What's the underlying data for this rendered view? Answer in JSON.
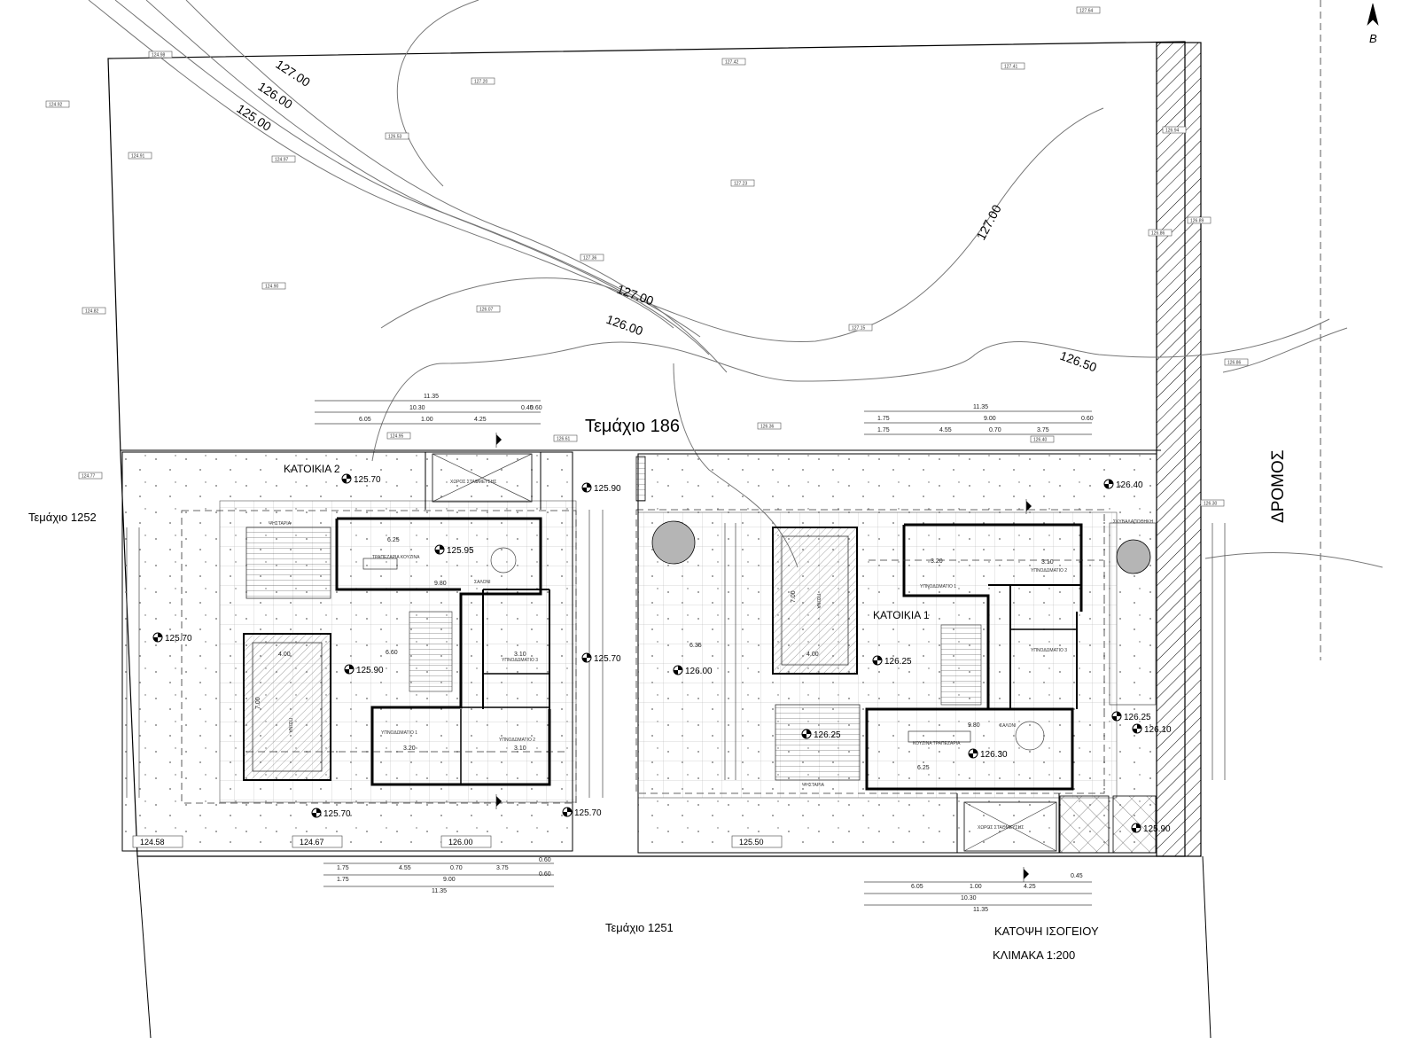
{
  "drawing": {
    "title": "ΚΑΤΟΨΗ ΙΣΟΓΕΙΟΥ",
    "scale": "ΚΛΙΜΑΚΑ 1:200",
    "north_label": "B"
  },
  "parcels": {
    "north": "Τεμάχιο 186",
    "west": "Τεμάχιο 1252",
    "south": "Τεμάχιο 1251",
    "road": "ΔΡΟΜΟΣ"
  },
  "contours": {
    "c127_a": "127.00",
    "c126_a": "126.00",
    "c125_a": "125.00",
    "c127_b": "127.00",
    "c126_b": "126.00",
    "c127_c": "127.00",
    "c126_5": "126.50"
  },
  "houses": {
    "house1": "ΚΑΤΟΙΚΙΑ 1",
    "house2": "ΚΑΤΟΙΚΙΑ 2"
  },
  "levels": {
    "h2_top": "125.70",
    "h2_parking": "125.90",
    "h2_kitchen": "125.95",
    "h2_west": "125.70",
    "h2_pool": "125.90",
    "h2_mid": "125.70",
    "h2_bottom_w": "125.70",
    "h2_bottom_e": "125.70",
    "h1_top": "126.40",
    "h1_west": "126.00",
    "h1_living": "126.25",
    "h1_terrace": "126.25",
    "h1_dining": "126.30",
    "h1_east_a": "126.25",
    "h1_east_b": "126.10",
    "h1_sw": "125.90",
    "bottom_1": "124.58",
    "bottom_2": "124.67",
    "bottom_3": "126.00",
    "bottom_4": "125.50"
  },
  "rooms": {
    "h2_bbq": "ΨΗΣΤΑΡΙΑ",
    "h2_kitchen": "ΤΡΑΠΕΖΑΡΙΑ ΚΟΥΖΙΝΑ",
    "h2_living": "ΣΑΛΟΝΙ",
    "h2_parking": "ΧΩΡΟΣ ΣΤΑΘΜΕΥΣΗΣ",
    "h2_bed1": "ΥΠΝΟΔΩΜΑΤΙΟ 1",
    "h2_bed2": "ΥΠΝΟΔΩΜΑΤΙΟ 2",
    "h2_bed3": "ΥΠΝΟΔΩΜΑΤΙΟ 3",
    "h2_pool": "ΠΙΣΙΝΑ",
    "h1_bed1": "ΥΠΝΟΔΩΜΑΤΙΟ 1",
    "h1_bed2": "ΥΠΝΟΔΩΜΑΤΙΟ 2",
    "h1_bed3": "ΥΠΝΟΔΩΜΑΤΙΟ 3",
    "h1_kitchen": "ΚΟΥΖΙΝΑ ΤΡΑΠΕΖΑΡΙΑ",
    "h1_living": "ΣΑΛΟΝΙ",
    "h1_bbq": "ΨΗΣΤΑΡΙΑ",
    "h1_parking": "ΧΩΡΟΣ ΣΤΑΘΜΕΥΣΗΣ",
    "h1_storage": "ΣΚΥΒΑΛΑΠΟΘΗΚΗ",
    "h1_pool": "ΠΙΣΙΝΑ"
  },
  "dimensions": {
    "top_h2_total": "11.35",
    "top_h2_sub": "10.30",
    "top_h2_a": "6.05",
    "top_h2_b": "1.00",
    "top_h2_c": "4.25",
    "top_h2_d": "0.45",
    "top_h2_e": "0.60",
    "top_h1_total": "11.35",
    "top_h1_sub": "9.00",
    "top_h1_a": "1.75",
    "top_h1_b": "4.55",
    "top_h1_c": "0.70",
    "top_h1_d": "3.75",
    "top_h1_e": "0.60",
    "bot_h2_a": "1.75",
    "bot_h2_b": "4.55",
    "bot_h2_c": "0.70",
    "bot_h2_d": "3.75",
    "bot_h2_e": "0.60",
    "bot_h2_sub": "9.00",
    "bot_h2_total": "11.35",
    "bot_h1_a": "6.05",
    "bot_h1_b": "1.00",
    "bot_h1_c": "4.25",
    "bot_h1_d": "0.45",
    "bot_h1_sub": "10.30",
    "bot_h1_total": "11.35",
    "h2_kitchen_w": "6.25",
    "h2_living_w": "9.80",
    "h2_pool_w": "4.00",
    "h2_pool_l": "7.00",
    "h2_mid": "6.60",
    "h2_bed1_w": "3.20",
    "h2_bed2_w": "3.10",
    "h2_bed3_w": "3.10",
    "h1_pool_w": "4.00",
    "h1_pool_l": "7.00",
    "h1_bed1_w": "3.20",
    "h1_bed2_w": "3.10",
    "h1_kitchen_w": "6.25",
    "h1_living_w": "9.80",
    "h1_mid": "6.35"
  },
  "spot_heights": [
    "124.98",
    "127.42",
    "127.41",
    "127.64",
    "124.92",
    "127.20",
    "126.53",
    "124.91",
    "124.97",
    "127.23",
    "126.94",
    "127.36",
    "124.90",
    "126.07",
    "127.15",
    "124.82",
    "126.86",
    "126.89",
    "126.86",
    "124.95",
    "126.61",
    "126.36",
    "124.77",
    "126.30",
    "126.40"
  ]
}
